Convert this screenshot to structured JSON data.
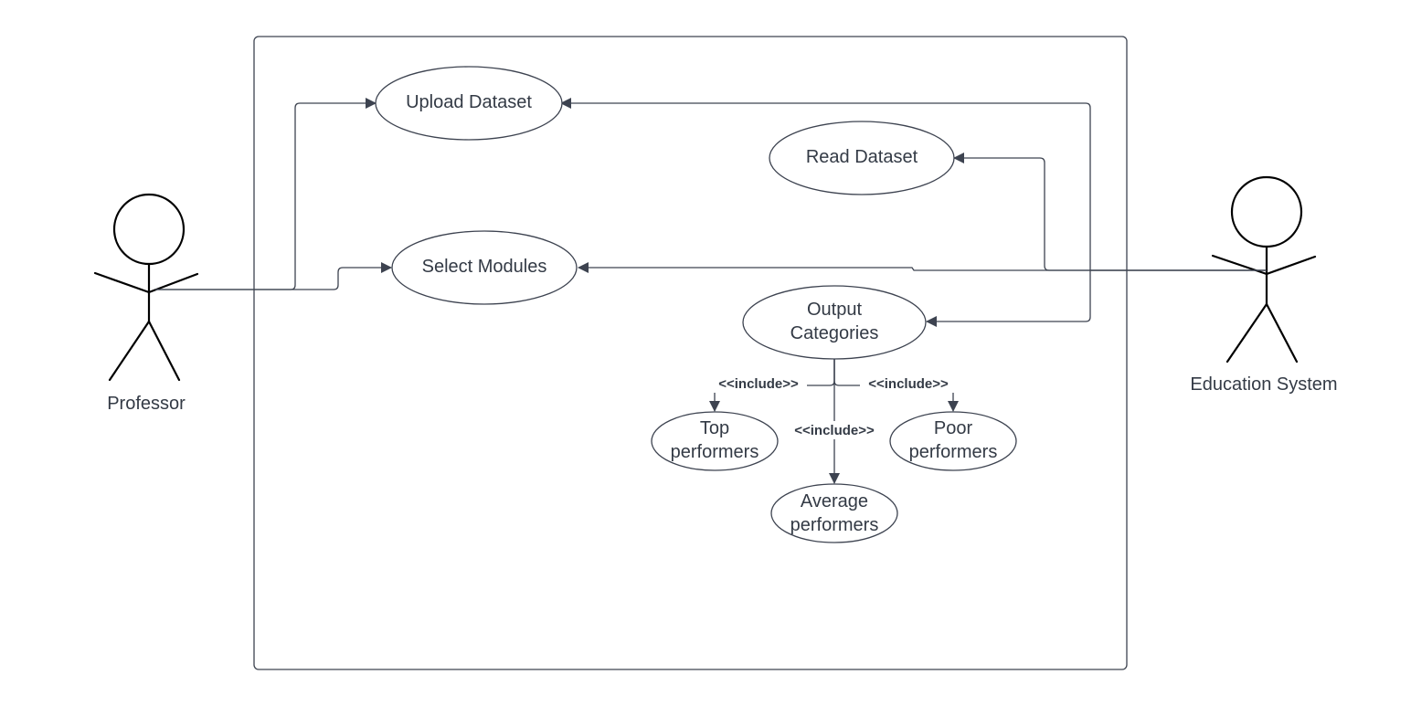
{
  "actors": {
    "professor": "Professor",
    "education_system": "Education System"
  },
  "use_cases": {
    "upload_dataset": "Upload Dataset",
    "read_dataset": "Read Dataset",
    "select_modules": "Select Modules",
    "output_categories_line1": "Output",
    "output_categories_line2": "Categories",
    "top_performers_line1": "Top",
    "top_performers_line2": "performers",
    "average_performers_line1": "Average",
    "average_performers_line2": "performers",
    "poor_performers_line1": "Poor",
    "poor_performers_line2": "performers"
  },
  "relations": {
    "include_top": "<<include>>",
    "include_average": "<<include>>",
    "include_poor": "<<include>>"
  },
  "colors": {
    "line": "#3d4350",
    "actor": "#000000",
    "text": "#333a45"
  }
}
